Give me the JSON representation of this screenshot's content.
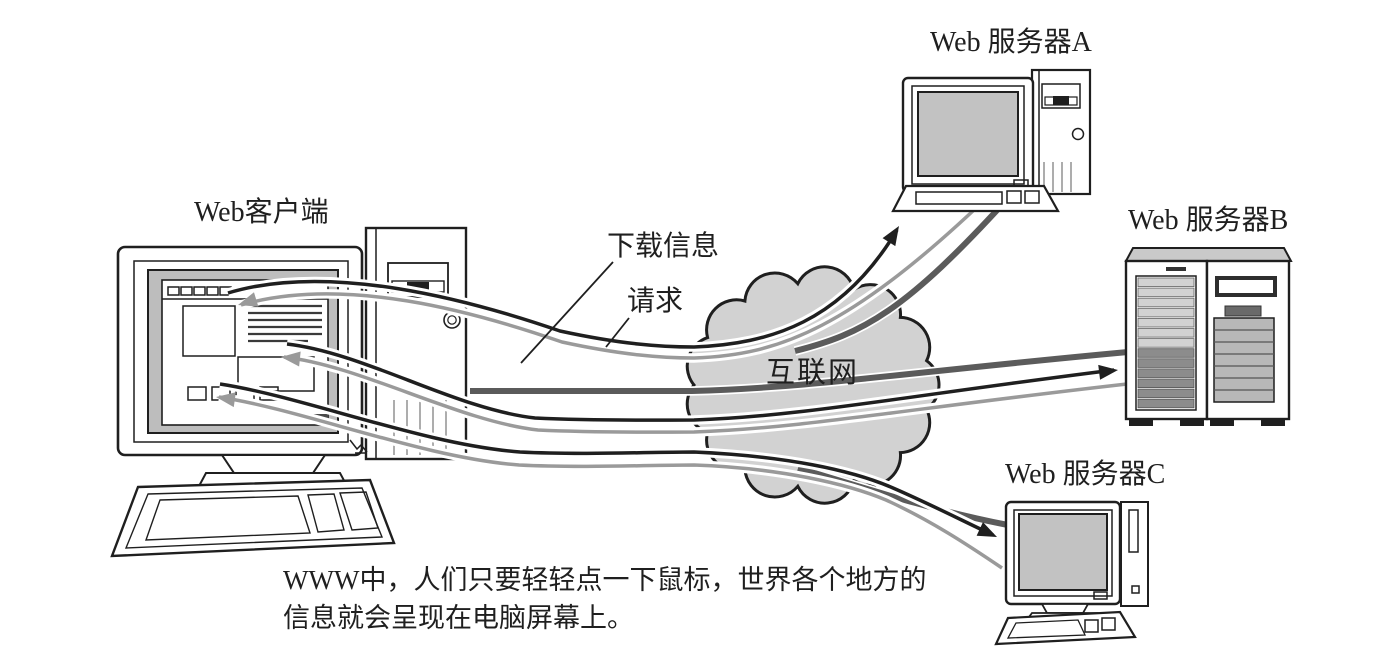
{
  "diagram": {
    "nodes": {
      "client": {
        "label": "Web客户端"
      },
      "server_a": {
        "label": "Web 服务器A"
      },
      "server_b": {
        "label": "Web 服务器B"
      },
      "server_c": {
        "label": "Web 服务器C"
      },
      "internet": {
        "label": "互联网"
      }
    },
    "flows": {
      "download": {
        "label": "下载信息",
        "color": "#9a9a9a",
        "direction": "server-to-client"
      },
      "request": {
        "label": "请求",
        "color": "#1f1f1f",
        "direction": "client-to-server"
      }
    },
    "caption": {
      "line1": "WWW中，人们只要轻轻点一下鼠标，世界各个地方的",
      "line2": "信息就会呈现在电脑屏幕上。"
    },
    "colors": {
      "outline": "#1f1f1f",
      "gray_link": "#9a9a9a",
      "dark_link": "#5b5b5b",
      "cloud_fill": "#d2d2d2",
      "screen_fill": "#c2c2c2",
      "slat_light": "#d2d2d2",
      "slat_dark": "#8c8c8c",
      "panel_gray": "#b8b8b8",
      "background": "#ffffff"
    }
  }
}
